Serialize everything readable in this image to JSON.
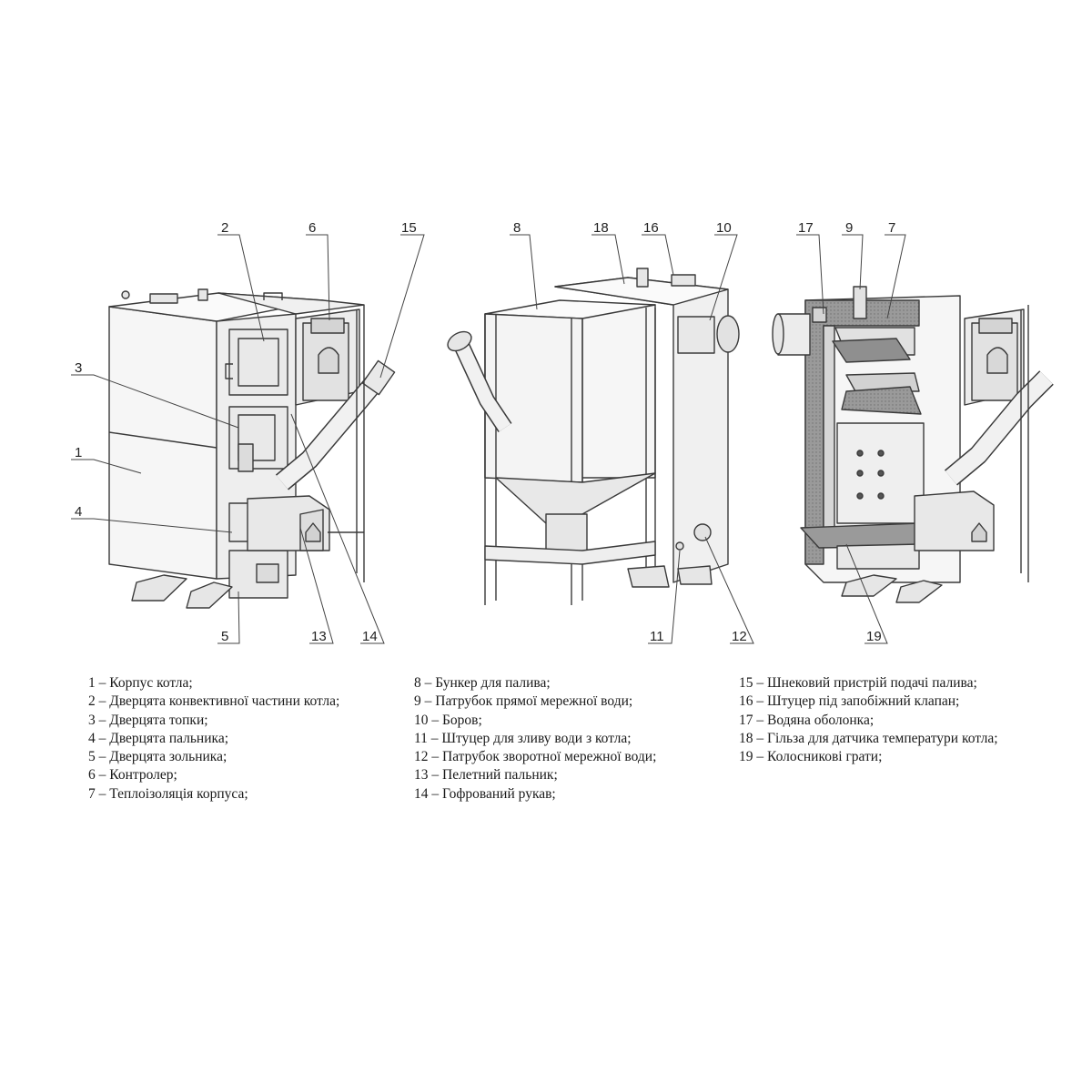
{
  "callouts": {
    "n1": "1",
    "n2": "2",
    "n3": "3",
    "n4": "4",
    "n5": "5",
    "n6": "6",
    "n7": "7",
    "n8": "8",
    "n9": "9",
    "n10": "10",
    "n11": "11",
    "n12": "12",
    "n13": "13",
    "n14": "14",
    "n15": "15",
    "n16": "16",
    "n17": "17",
    "n18": "18",
    "n19": "19"
  },
  "legend": {
    "col1": [
      "1 – Корпус котла;",
      "2 – Дверцята конвективної частини котла;",
      "3 – Дверцята топки;",
      "4 – Дверцята пальника;",
      "5 – Дверцята зольника;",
      "6 – Контролер;",
      "7 – Теплоізоляція корпуса;"
    ],
    "col2": [
      "8 – Бункер для палива;",
      "9 – Патрубок прямої мережної води;",
      "10 – Боров;",
      "11 – Штуцер для зливу води з котла;",
      "12 – Патрубок зворотної мережної води;",
      "13 – Пелетний пальник;",
      "14 – Гофрований рукав;"
    ],
    "col3": [
      "15 – Шнековий пристрій подачі палива;",
      "16 – Штуцер під запобіжний клапан;",
      "17 – Водяна оболонка;",
      "18 – Гільза для датчика температури котла;",
      "19 – Колосникові грати;"
    ]
  },
  "colors": {
    "line": "#3a3a3a",
    "panel": "#f2f2f2",
    "insulation": "#8f8f8f",
    "text": "#1a1a1a"
  }
}
